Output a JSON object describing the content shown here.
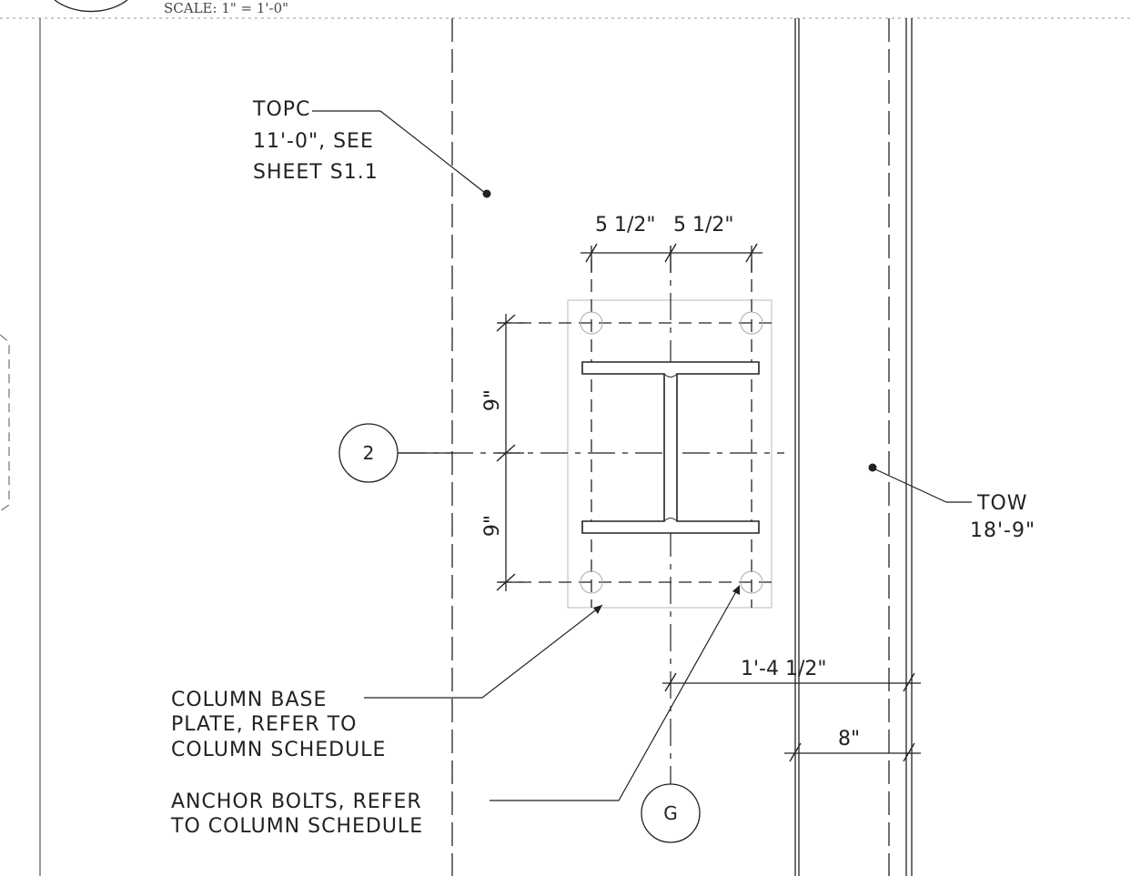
{
  "scale_text": "SCALE:  1\" = 1'-0\"",
  "notes": {
    "topc": [
      "TOPC",
      "11'-0\", SEE",
      "SHEET S1.1"
    ],
    "tow": [
      "TOW",
      "18'-9\""
    ],
    "base_plate": [
      "COLUMN BASE",
      "PLATE, REFER TO",
      "COLUMN SCHEDULE"
    ],
    "anchor_bolts": [
      "ANCHOR BOLTS, REFER",
      "TO COLUMN SCHEDULE"
    ]
  },
  "dimensions": {
    "top_left": "5 1/2\"",
    "top_right": "5 1/2\"",
    "vertical_upper": "9\"",
    "vertical_lower": "9\"",
    "to_wall": "1'-4 1/2\"",
    "wall_thickness": "8\""
  },
  "grid_bubbles": {
    "row": "2",
    "column": "G"
  }
}
